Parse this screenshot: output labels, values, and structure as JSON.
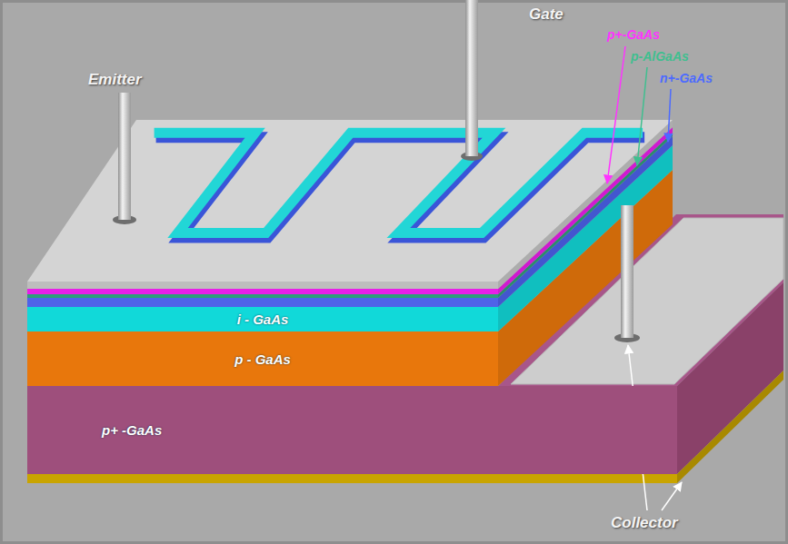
{
  "diagram": {
    "nodes": [
      {
        "text": [
          "i - GaAs"
        ]
      },
      {
        "text": [
          "p - GaAs"
        ]
      },
      {
        "text": [
          "p+ -GaAs"
        ]
      }
    ],
    "labels": [
      "Emitter",
      "Gate",
      "p+-GaAs",
      "p-AlGaAs",
      "n+-GaAs",
      "Collector"
    ]
  }
}
